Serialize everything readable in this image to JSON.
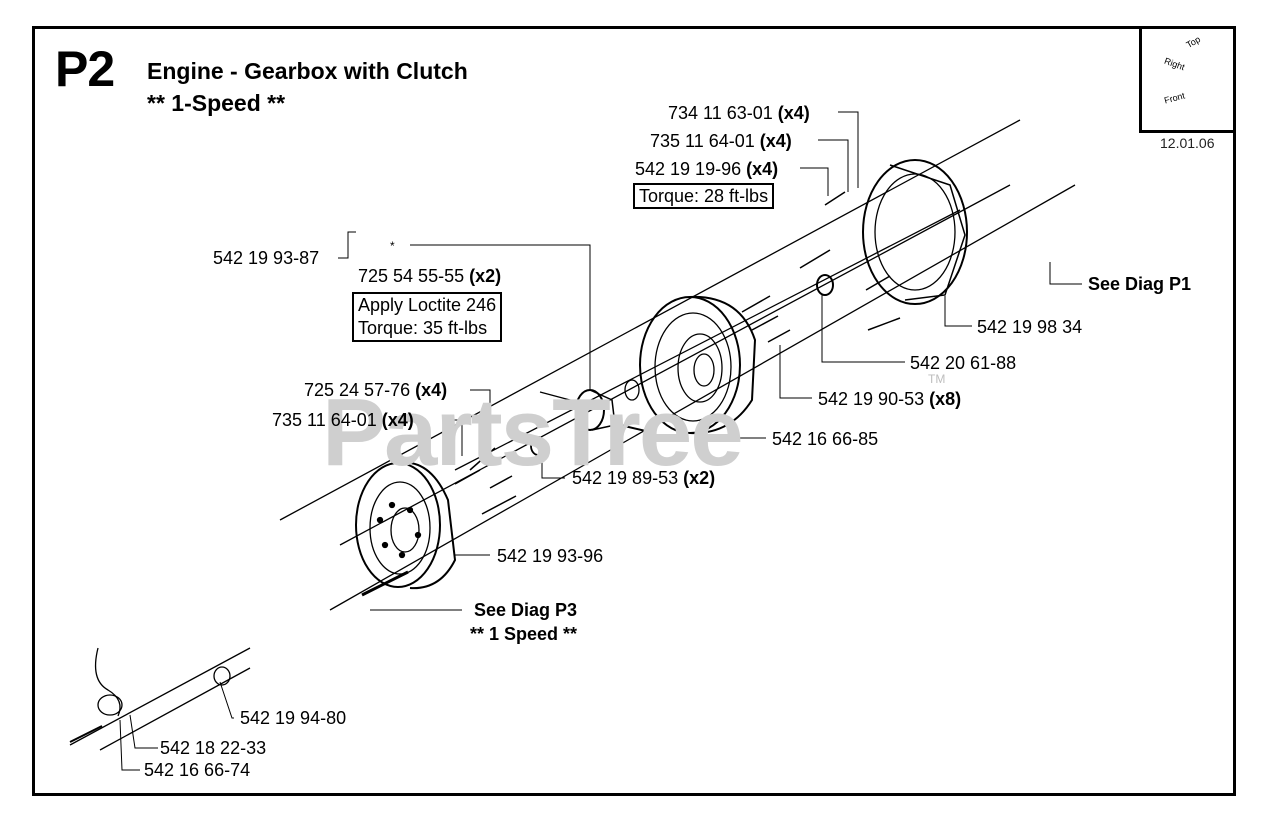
{
  "diagram": {
    "code": "P2",
    "title": "Engine - Gearbox with Clutch",
    "subtitle": "** 1-Speed **",
    "date": "12.01.06",
    "watermark": "PartsTree",
    "watermark_tm": "TM",
    "orientation_labels": {
      "top": "Top",
      "right": "Right",
      "front": "Front"
    }
  },
  "parts": {
    "p1": {
      "number": "734 11 63-01",
      "qty": "(x4)"
    },
    "p2": {
      "number": "735 11 64-01",
      "qty": "(x4)"
    },
    "p3": {
      "number": "542 19 19-96",
      "qty": "(x4)"
    },
    "p4": {
      "number": "542 19 93-87"
    },
    "p5": {
      "number": "725 54 55-55",
      "qty": "(x2)"
    },
    "p6": {
      "number": "725 24 57-76",
      "qty": "(x4)"
    },
    "p7": {
      "number": "735 11 64-01",
      "qty": "(x4)"
    },
    "p8": {
      "number": "542 19 98 34"
    },
    "p9": {
      "number": "542 20 61-88"
    },
    "p10": {
      "number": "542 19 90-53",
      "qty": "(x8)"
    },
    "p11": {
      "number": "542 16 66-85"
    },
    "p12": {
      "number": "542 19 89-53",
      "qty": "(x2)"
    },
    "p13": {
      "number": "542 19 93-96"
    },
    "p14": {
      "number": "542 19 94-80"
    },
    "p15": {
      "number": "542 18 22-33"
    },
    "p16": {
      "number": "542 16 66-74"
    }
  },
  "notes": {
    "torque_28": "Torque: 28 ft-lbs",
    "loctite_line1": "Apply Loctite 246",
    "loctite_line2": "Torque:  35 ft-lbs",
    "asterisk": "*"
  },
  "references": {
    "see_p1": "See Diag P1",
    "see_p3": "See Diag P3",
    "see_p3_sub": "** 1 Speed **"
  }
}
